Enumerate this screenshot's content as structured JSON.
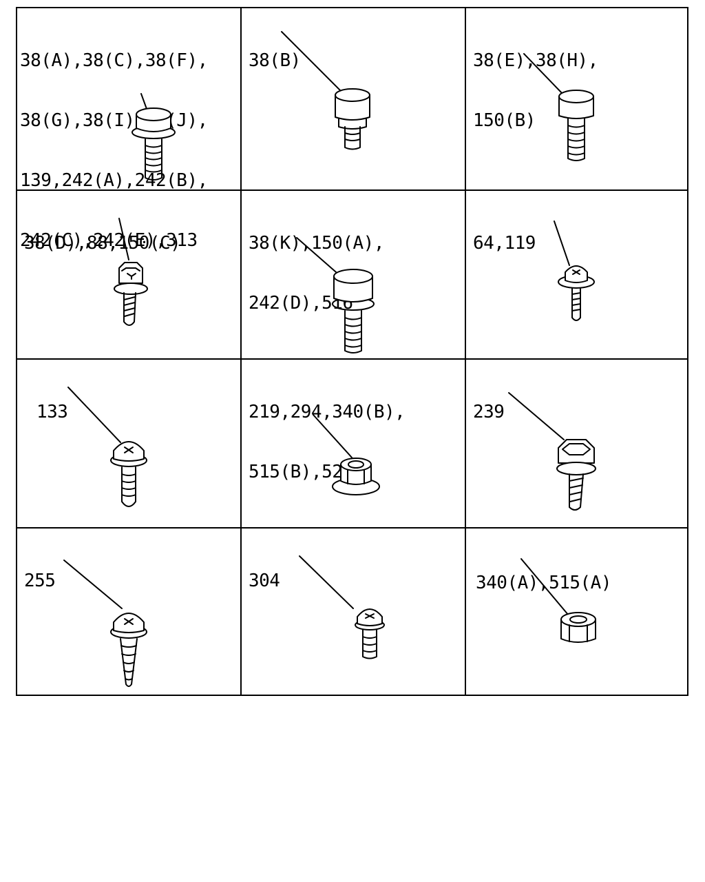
{
  "cells": [
    {
      "id": "c1",
      "lines": [
        "38(A),38(C),38(F),",
        "38(G),38(I),38(J),",
        "139,242(A),242(B),",
        "242(C),242(E),313"
      ]
    },
    {
      "id": "c2",
      "lines": [
        "38(B)"
      ]
    },
    {
      "id": "c3",
      "lines": [
        "38(E),38(H),",
        "150(B)"
      ]
    },
    {
      "id": "c4",
      "lines": [
        "38(D),88,150(C)"
      ]
    },
    {
      "id": "c5",
      "lines": [
        "38(K),150(A),",
        "242(D),516"
      ]
    },
    {
      "id": "c6",
      "lines": [
        "64,119"
      ]
    },
    {
      "id": "c7",
      "lines": [
        "133"
      ]
    },
    {
      "id": "c8",
      "lines": [
        "219,294,340(B),",
        "515(B),524"
      ]
    },
    {
      "id": "c9",
      "lines": [
        "239"
      ]
    },
    {
      "id": "c10",
      "lines": [
        "255"
      ]
    },
    {
      "id": "c11",
      "lines": [
        "304"
      ]
    },
    {
      "id": "c12",
      "lines": [
        "340(A),515(A)"
      ]
    }
  ],
  "icons": {
    "c1": "flange-bolt-with-washer-icon",
    "c2": "flange-bolt-icon",
    "c3": "flange-bolt-long-icon",
    "c4": "hex-tapping-screw-icon",
    "c5": "flange-bolt-large-icon",
    "c6": "phillips-tapping-screw-icon",
    "c7": "phillips-washer-screw-icon",
    "c8": "flange-nut-icon",
    "c9": "hex-washer-tapping-screw-icon",
    "c10": "phillips-wood-screw-icon",
    "c11": "phillips-machine-screw-icon",
    "c12": "hex-nut-icon"
  }
}
